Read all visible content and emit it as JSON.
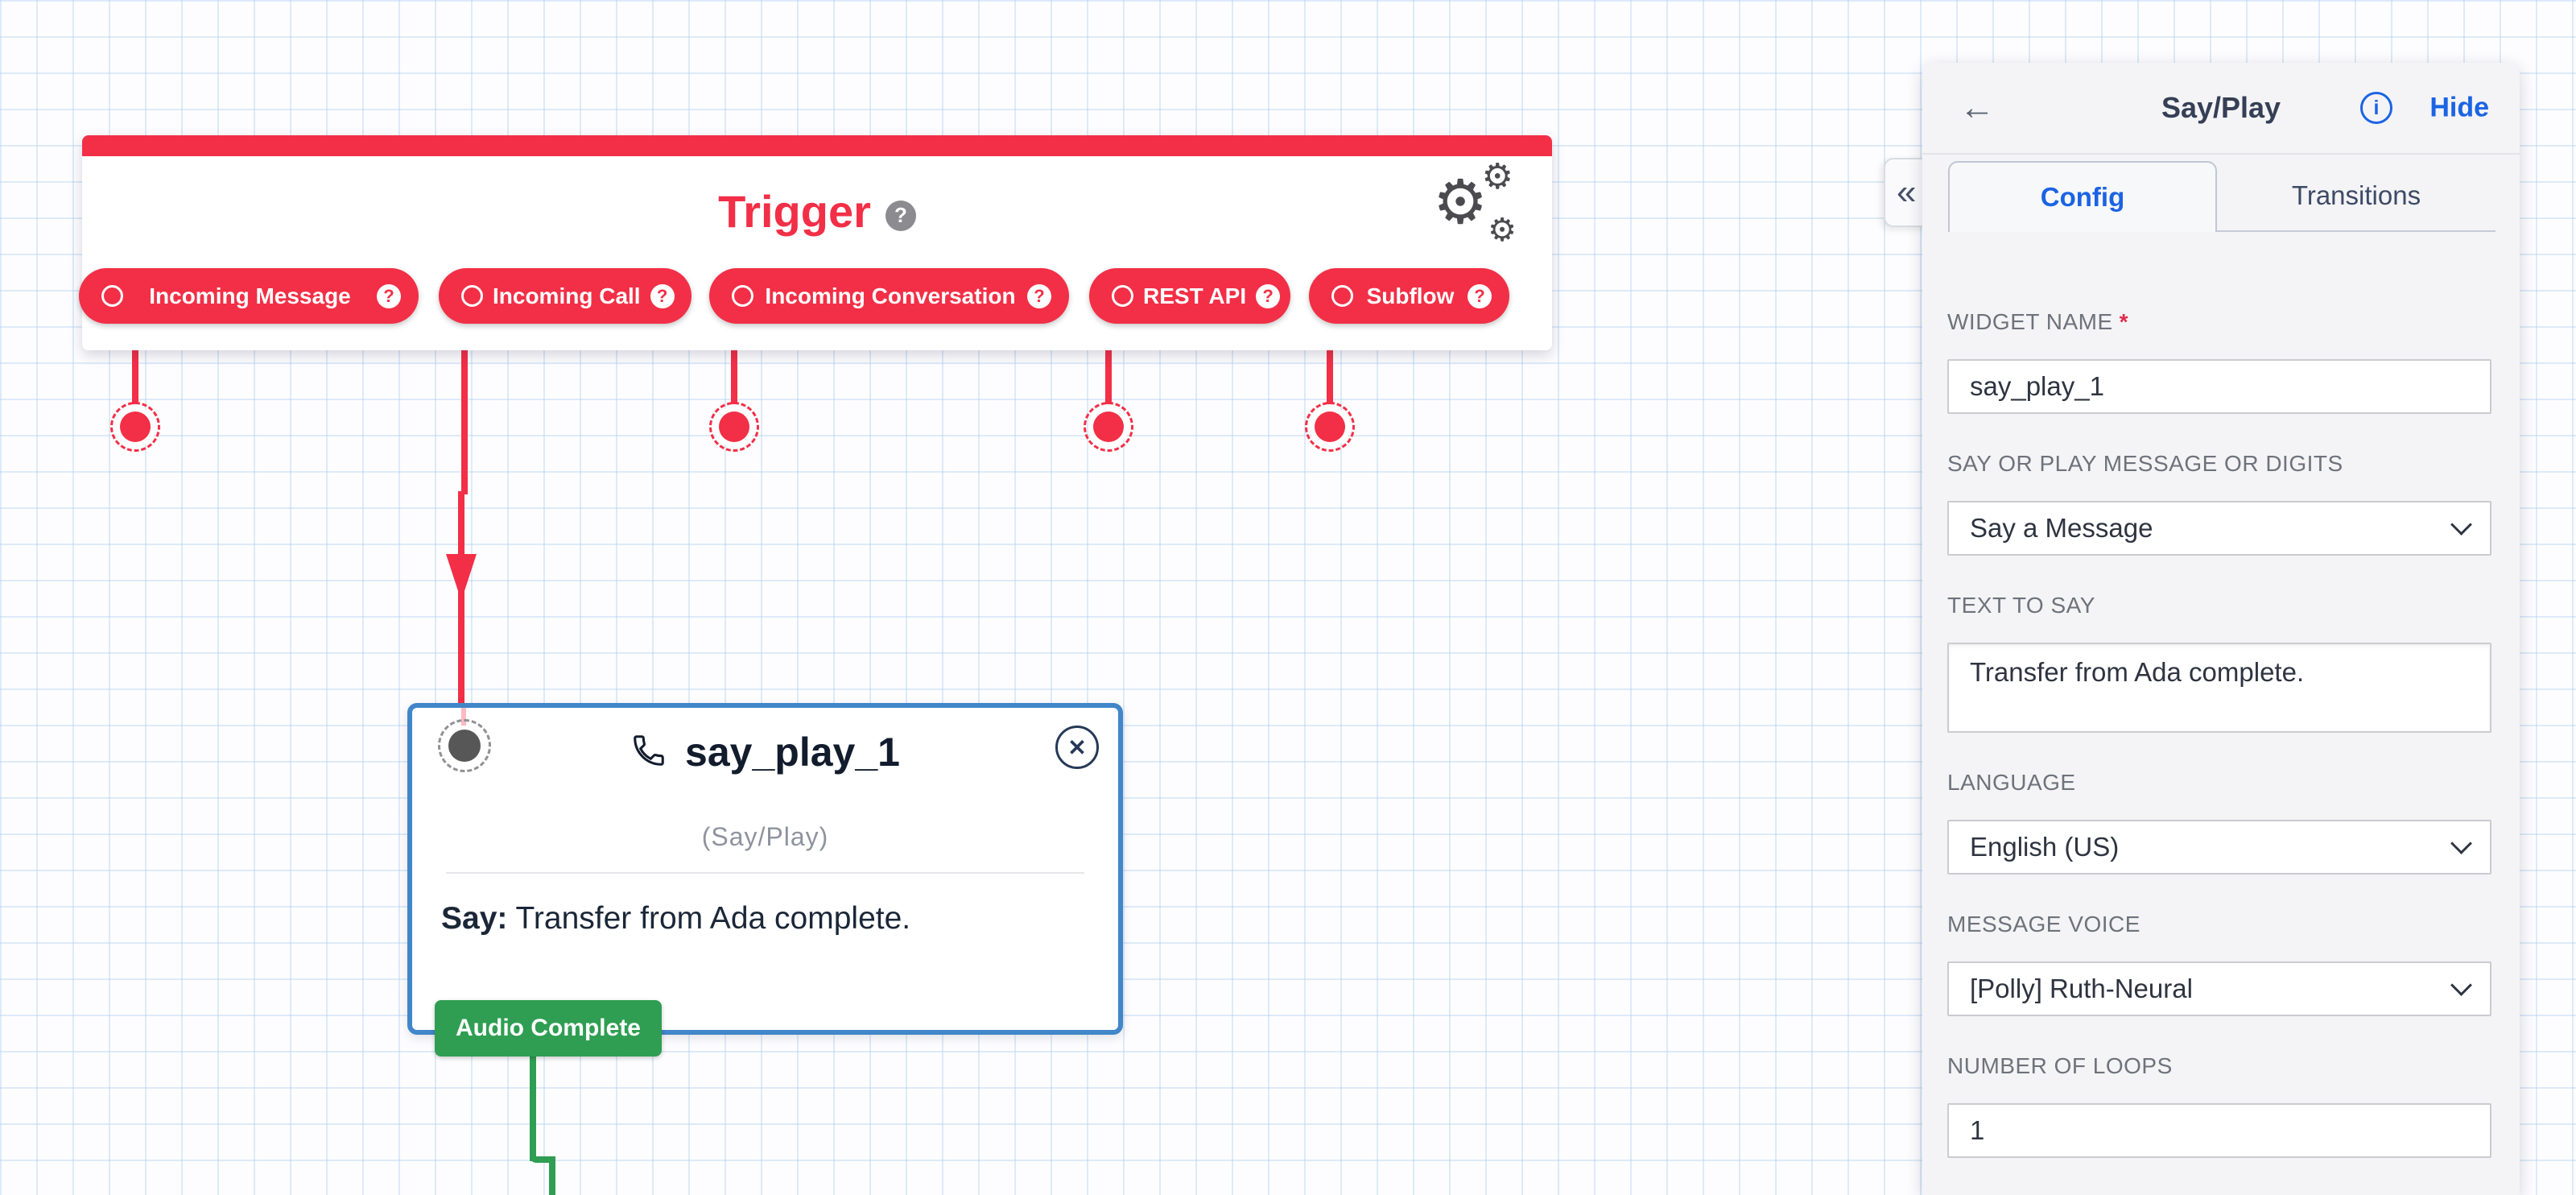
{
  "icons": {
    "help": "?",
    "back": "←",
    "collapse": "«",
    "close": "✕",
    "info": "i",
    "gear": "⚙"
  },
  "canvas": {
    "trigger": {
      "title": "Trigger",
      "pills": [
        {
          "label": "Incoming Message"
        },
        {
          "label": "Incoming Call"
        },
        {
          "label": "Incoming Conversation"
        },
        {
          "label": "REST API"
        },
        {
          "label": "Subflow"
        }
      ]
    },
    "say_widget": {
      "title": "say_play_1",
      "subtitle": "(Say/Play)",
      "say_label": "Say:",
      "say_text": "Transfer from Ada complete.",
      "badge": "Audio Complete"
    },
    "colors": {
      "accent_red": "#F22F46",
      "selected_border_blue": "#4186C9",
      "transition_green": "#2F9E52",
      "link_blue": "#1B63E4"
    }
  },
  "panel": {
    "title": "Say/Play",
    "hide_label": "Hide",
    "tabs": [
      {
        "label": "Config"
      },
      {
        "label": "Transitions"
      }
    ],
    "fields": [
      {
        "label": "WIDGET NAME",
        "required": "*",
        "value": "say_play_1"
      },
      {
        "label": "SAY OR PLAY MESSAGE OR DIGITS",
        "value": "Say a Message"
      },
      {
        "label": "TEXT TO SAY",
        "value": "Transfer from Ada complete."
      },
      {
        "label": "LANGUAGE",
        "value": "English (US)"
      },
      {
        "label": "MESSAGE VOICE",
        "value": "[Polly] Ruth-Neural"
      },
      {
        "label": "NUMBER OF LOOPS",
        "value": "1"
      }
    ]
  }
}
